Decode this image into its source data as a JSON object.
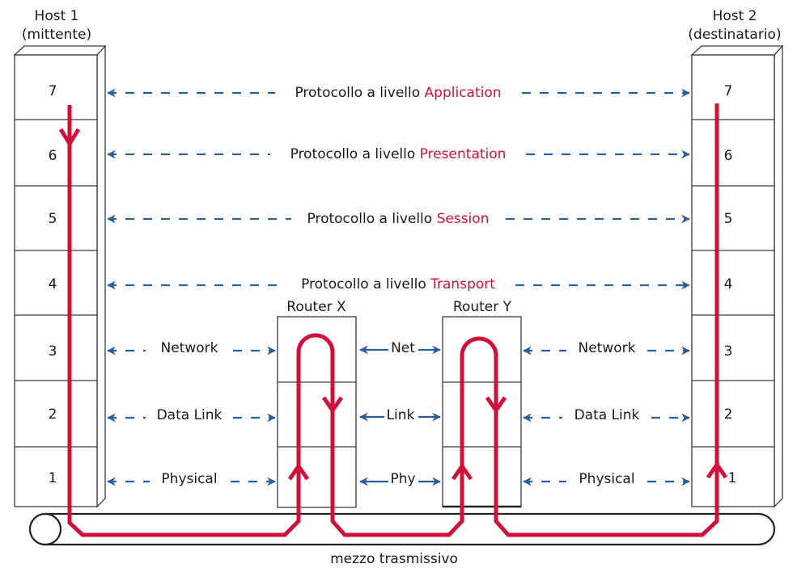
{
  "hosts": [
    {
      "title": "Host 1",
      "subtitle": "(mittente)"
    },
    {
      "title": "Host 2",
      "subtitle": "(destinatario)"
    }
  ],
  "layers": [
    "7",
    "6",
    "5",
    "4",
    "3",
    "2",
    "1"
  ],
  "protocols": [
    {
      "prefix": "Protocollo a livello ",
      "name": "Application"
    },
    {
      "prefix": "Protocollo a livello ",
      "name": "Presentation"
    },
    {
      "prefix": "Protocollo a livello ",
      "name": "Session"
    },
    {
      "prefix": "Protocollo a livello ",
      "name": "Transport"
    }
  ],
  "routers": [
    {
      "title": "Router X"
    },
    {
      "title": "Router Y"
    }
  ],
  "lower_layers": [
    "Network",
    "Data Link",
    "Physical"
  ],
  "router_link_labels": [
    "Net",
    "Link",
    "Phy"
  ],
  "medium_label": "mezzo trasmissivo",
  "colors": {
    "protocol_arrow": "#2b5f9c",
    "data_path": "#d0103a",
    "highlight_text": "#d0103a"
  }
}
